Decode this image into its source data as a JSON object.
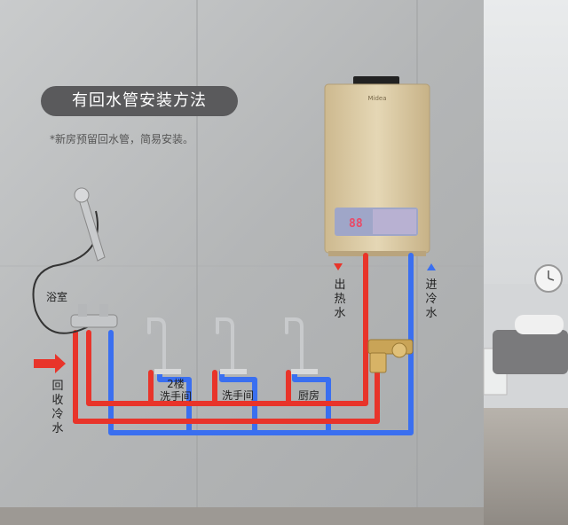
{
  "title": "有回水管安装方法",
  "subtitle": "*新房预留回水管，简易安装。",
  "brand": "Midea",
  "display_value": "88",
  "labels": {
    "bathroom": "浴室",
    "return_cold": "回收冷水",
    "hot_out": "出热水",
    "cold_in": "进冷水",
    "floor2_washroom_line1": "2楼",
    "floor2_washroom_line2": "洗手间",
    "washroom": "洗手间",
    "kitchen": "厨房"
  },
  "colors": {
    "hot_pipe": "#e8342a",
    "cold_pipe": "#3a6ff0",
    "title_bg": "#5a5a5c",
    "heater_body": "#d9c9a2",
    "wall": "#bfc1c2"
  }
}
